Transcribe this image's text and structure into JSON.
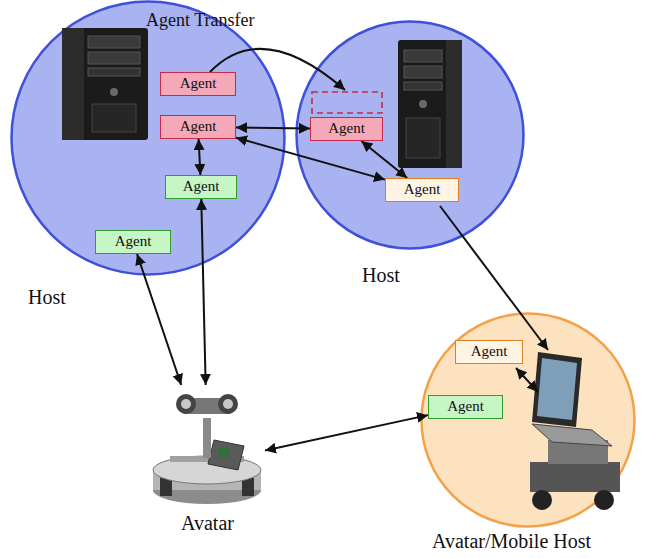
{
  "diagram": {
    "nodes": [
      {
        "text": [
          "Host"
        ]
      },
      {
        "text": [
          "Agent"
        ],
        "in": 0
      },
      {
        "text": [
          "Agent"
        ],
        "in": 0
      },
      {
        "text": [
          "Agent"
        ],
        "in": 0
      },
      {
        "text": [
          "Agent"
        ],
        "in": 0
      },
      {
        "text": [
          "Host"
        ]
      },
      {
        "text": [
          "Agent"
        ],
        "in": 5
      },
      {
        "text": [
          "Agent"
        ],
        "in": 5
      },
      {
        "text": [
          "Avatar"
        ]
      },
      {
        "text": [
          "Avatar/Mobile Host"
        ]
      },
      {
        "text": [
          "Agent"
        ],
        "in": 9
      },
      {
        "text": [
          "Agent"
        ],
        "in": 9
      }
    ],
    "edges": [
      {
        "from": 2,
        "to": 6,
        "arrow": "both"
      },
      {
        "from": 2,
        "to": 3,
        "arrow": "both"
      },
      {
        "from": 2,
        "to": 7,
        "arrow": "both"
      },
      {
        "from": 6,
        "to": 7,
        "arrow": "both"
      },
      {
        "from": 4,
        "to": 8,
        "arrow": "both"
      },
      {
        "from": 3,
        "to": 8,
        "arrow": "both"
      },
      {
        "from": 8,
        "to": 11,
        "arrow": "both"
      }
    ],
    "labels": [
      "Agent Transfer"
    ]
  }
}
